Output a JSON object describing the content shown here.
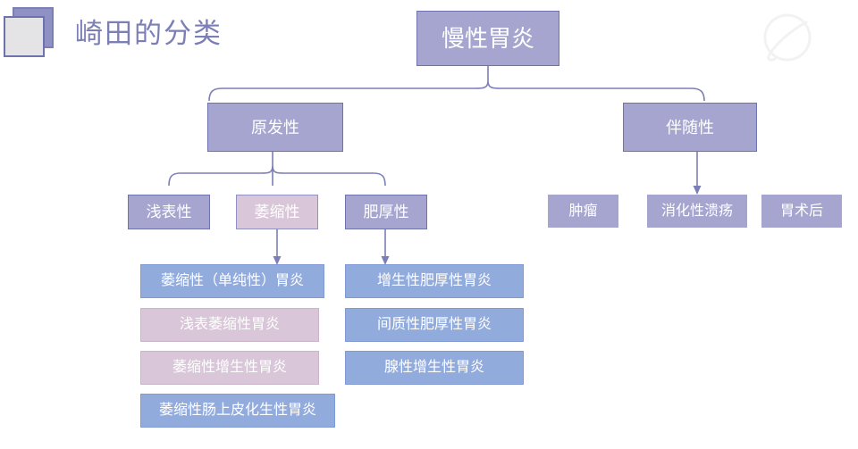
{
  "slide": {
    "title": "崎田的分类",
    "background_color": "#ffffff",
    "title_color": "#7b7fb5"
  },
  "icons": {
    "logo_back": "square-icon",
    "logo_front": "square-icon",
    "watermark": "slashed-circle-watermark-icon"
  },
  "palette": {
    "purple_fill": "#a5a5cf",
    "purple_border": "#6f73ad",
    "pink_fill": "#d9c6d8",
    "blue_fill": "#92abdd",
    "connector": "#7b7fb5",
    "text_on_node": "#ffffff"
  },
  "chart_data": {
    "type": "diagram",
    "title": "崎田的分类",
    "root": {
      "label": "慢性胃炎",
      "style": "purple"
    },
    "level2": [
      {
        "label": "原发性",
        "style": "purple"
      },
      {
        "label": "伴随性",
        "style": "purple"
      }
    ],
    "primary_children": [
      {
        "label": "浅表性",
        "style": "purple"
      },
      {
        "label": "萎缩性",
        "style": "pink"
      },
      {
        "label": "肥厚性",
        "style": "purple"
      }
    ],
    "concomitant_children": [
      {
        "label": "肿瘤",
        "style": "purple-plain"
      },
      {
        "label": "消化性溃疡",
        "style": "purple-plain"
      },
      {
        "label": "胃术后",
        "style": "purple-plain"
      }
    ],
    "atrophic_list": [
      {
        "label": "萎缩性（单纯性）胃炎",
        "style": "blue"
      },
      {
        "label": "浅表萎缩性胃炎",
        "style": "pinkflat"
      },
      {
        "label": "萎缩性增生性胃炎",
        "style": "pinkflat"
      },
      {
        "label": "萎缩性肠上皮化生性胃炎",
        "style": "blue"
      }
    ],
    "hypertrophic_list": [
      {
        "label": "增生性肥厚性胃炎",
        "style": "blue"
      },
      {
        "label": "间质性肥厚性胃炎",
        "style": "blue"
      },
      {
        "label": "腺性增生性胃炎",
        "style": "blue"
      }
    ]
  }
}
